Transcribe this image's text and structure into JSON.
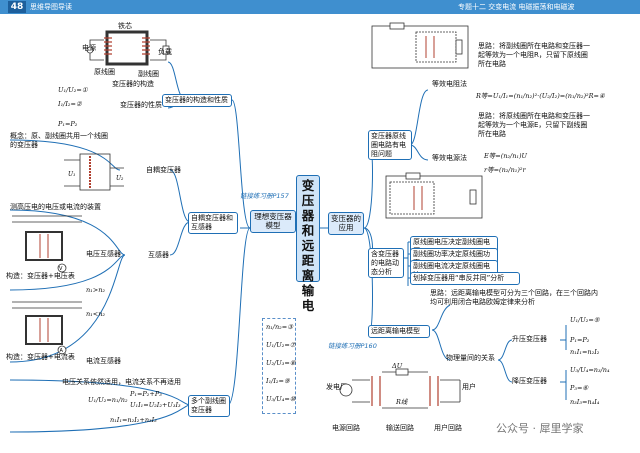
{
  "header": {
    "page_number": "48",
    "left_title": "思维导图导读",
    "right_title": "专题十二  交变电流  电磁振荡和电磁波"
  },
  "central_topic": [
    "变",
    "压",
    "器",
    "和",
    "远",
    "距",
    "离",
    "输",
    "电"
  ],
  "left": {
    "ref": "链接练习册P157",
    "topic": "理想变压器模型",
    "structure": {
      "label": "变压器的构造和性质",
      "fig_iron": "铁芯",
      "fig_source": "电源",
      "fig_load": "负载",
      "fig_primary": "原线圈",
      "fig_secondary": "副线圈",
      "fig_caption": "变压器的构造",
      "property_label": "变压器的性质",
      "eq1": "U₁/U₂=",
      "eq1_n": "①",
      "eq2": "I₁/I₂=",
      "eq2_n": "②",
      "eq3": "P₁=P₂"
    },
    "special": {
      "label": "自耦变压器和互感器",
      "auto": "自耦变压器",
      "concept": "概念：原、副线圈共用一个线圈的变压器",
      "mutual": "互感器",
      "measure": "测高压电的电压或电流的装置",
      "vt": "电压互感器",
      "vt_build": "构造：变压器+电压表",
      "vt_rel": "n₁>n₂",
      "ct": "电流互感器",
      "ct_build": "构造：变压器+电流表",
      "ct_rel": "n₁<n₂"
    },
    "multi": {
      "label": "多个副线圈变压器",
      "note": "电压关系依然适用，电流关系不再适用",
      "eq_u": "U₁/U₂=n₁/n₂",
      "eq_p": "P₁=P₂+P₃",
      "eq_ui": "U₁I₁=U₂I₂+U₃I₃",
      "eq_ni": "n₁I₁=n₂I₂+n₃I₃"
    },
    "answers": [
      "n₁/n₂=③",
      "U₁/U₂=⑦",
      "U₂/U₃=⑧",
      "I₁/I₂=⑨",
      "U₃/U₄=⑩"
    ]
  },
  "right": {
    "topic": "变压器的应用",
    "equiv": {
      "label": "变压器原线圈电路有电阻问题",
      "r_method": "等效电阻法",
      "r_idea": "思路：将副线圈所在电路和变压器一起等效为一个电阻R，只留下原线圈所在电路",
      "r_eq": "R等=U₁/I₁=(n₁/n₂)²·(U₂/I₂)=(n₁/n₂)²R=④",
      "e_method": "等效电源法",
      "e_idea": "思路：将原线圈所在电路和变压器一起等效为一个电源E，只留下副线圈所在电路",
      "e_eq1": "E等=(n₂/n₁)U",
      "e_eq2": "r等=(n₂/n₁)²r"
    },
    "dynamic": {
      "label": "含变压器的电路动态分析",
      "items": [
        "原线圈电压决定副线圈电压",
        "副线圈功率决定原线圈功率",
        "副线圈电流决定原线圈电流",
        "划掉变压器用“串反并同”分析"
      ]
    },
    "transmission": {
      "label": "远距离输电模型",
      "ref": "链接练习册P160",
      "idea": "思路：远距离输电模型可分为三个回路，在三个回路内均可利用闭合电路欧姆定律来分析",
      "physics": "物理量间的关系",
      "step_up": "升压变压器",
      "step_down": "降压变压器",
      "su_eq1": "U₁/U₂=⑤",
      "su_eq2": "P₁=P₂",
      "su_eq3": "n₁I₁=n₂I₂",
      "sd_eq1": "U₃/U₄=n₃/n₄",
      "sd_eq2": "P₃=⑥",
      "sd_eq3": "n₃I₃=n₄I₄",
      "fig_gen": "发电厂",
      "fig_user": "用户",
      "fig_loop1": "电源回路",
      "fig_loop2": "输送回路",
      "fig_loop3": "用户回路",
      "fig_du": "ΔU",
      "fig_r": "R线"
    }
  },
  "watermark": "公众号 · 犀里学家"
}
